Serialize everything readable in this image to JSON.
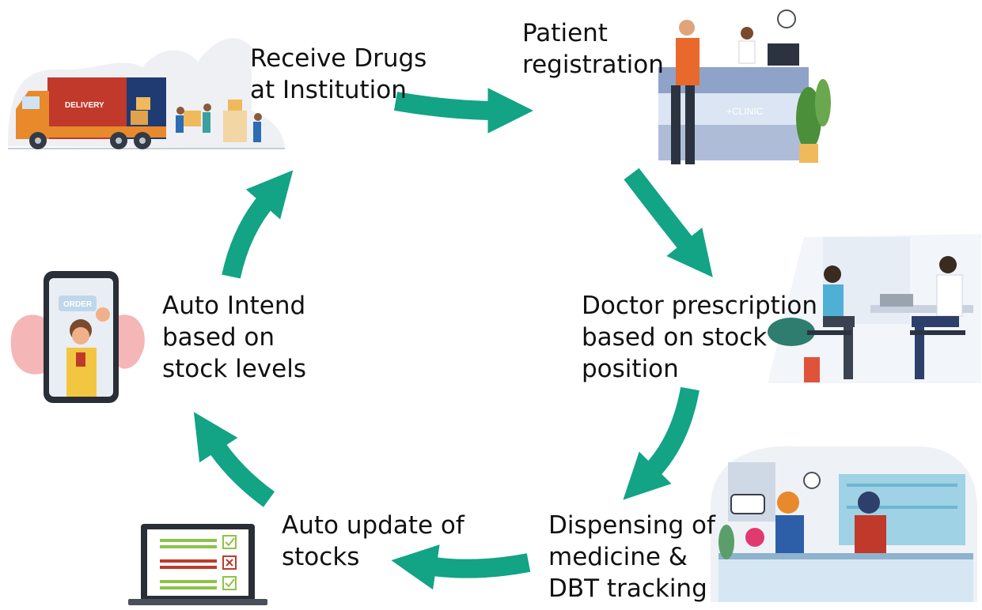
{
  "diagram": {
    "arrow_color": "#13a385",
    "steps": [
      {
        "lines": [
          "Receive Drugs",
          "at Institution"
        ],
        "illustration": "delivery-truck-illustration",
        "truck_text": "DELIVERY"
      },
      {
        "lines": [
          "Patient",
          "registration"
        ],
        "illustration": "clinic-reception-illustration",
        "sign_text": "+CLINIC"
      },
      {
        "lines": [
          "Doctor prescription",
          "based on stock",
          "position"
        ],
        "illustration": "doctor-consultation-illustration"
      },
      {
        "lines": [
          "Dispensing of",
          "medicine &",
          "DBT tracking"
        ],
        "illustration": "pharmacy-counter-illustration"
      },
      {
        "lines": [
          "Auto update of",
          "stocks"
        ],
        "illustration": "laptop-checklist-illustration"
      },
      {
        "lines": [
          "Auto Intend",
          "based on",
          "stock levels"
        ],
        "illustration": "phone-order-illustration",
        "button_text": "ORDER"
      }
    ]
  }
}
